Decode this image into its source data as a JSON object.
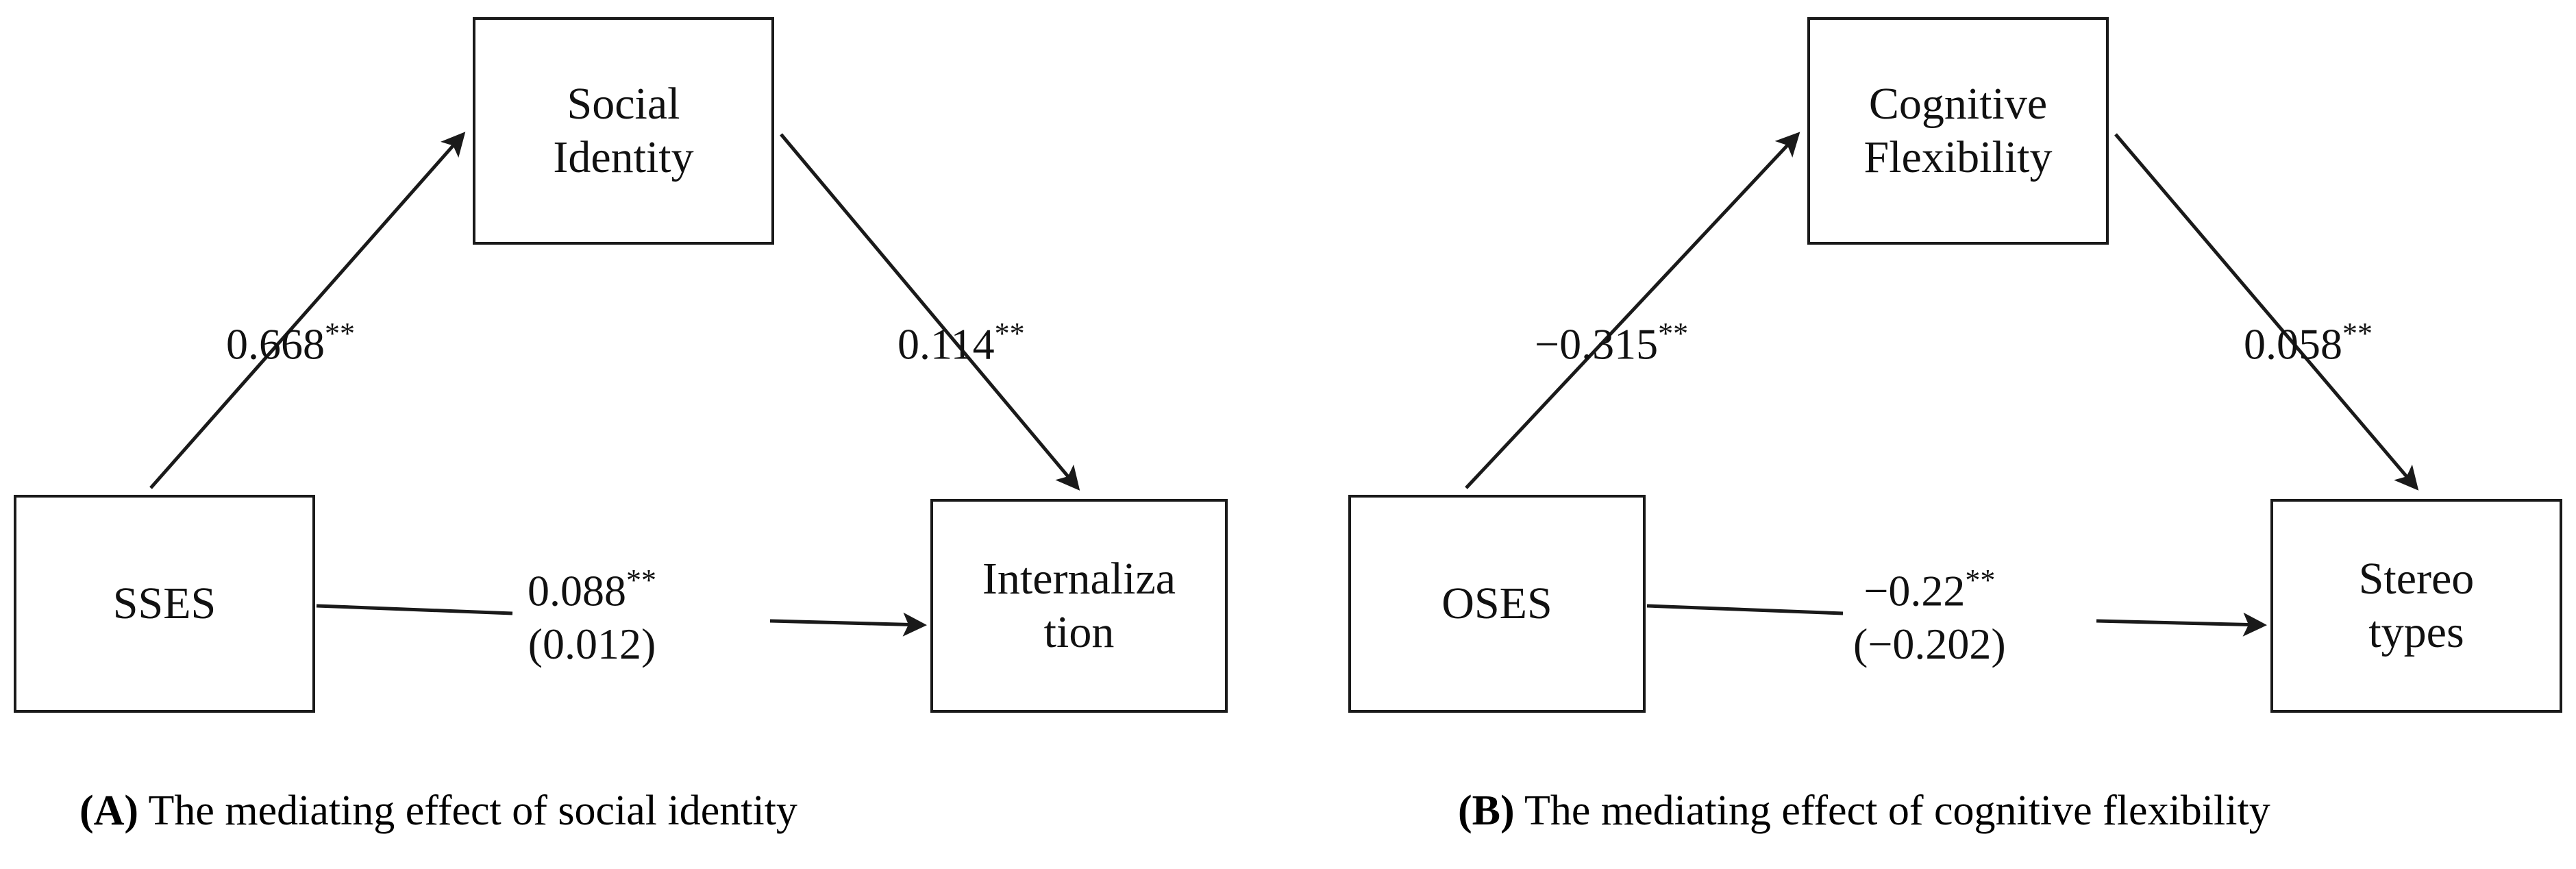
{
  "figure": {
    "type": "mediation-path-diagram",
    "background": "#ffffff",
    "line_color": "#1a1a1a",
    "panels": [
      {
        "id": "A",
        "caption_prefix": "(A)",
        "caption_text": " The mediating effect of social identity",
        "nodes": {
          "predictor": "SSES",
          "mediator": "Social\nIdentity",
          "outcome": "Internaliza\ntion"
        },
        "paths": {
          "a_path": {
            "value": "0.668",
            "stars": "**"
          },
          "b_path": {
            "value": "0.114",
            "stars": "**"
          },
          "direct_path": {
            "value": "0.088",
            "stars": "**",
            "parenthetical": "(0.012)"
          }
        }
      },
      {
        "id": "B",
        "caption_prefix": "(B)",
        "caption_text": " The mediating effect of cognitive flexibility",
        "nodes": {
          "predictor": "OSES",
          "mediator": "Cognitive\nFlexibility",
          "outcome": "Stereo\ntypes"
        },
        "paths": {
          "a_path": {
            "value": "−0.315",
            "stars": "**"
          },
          "b_path": {
            "value": "0.058",
            "stars": "**"
          },
          "direct_path": {
            "value": "−0.22",
            "stars": "**",
            "parenthetical": "(−0.202)"
          }
        }
      }
    ]
  },
  "chart_data": {
    "type": "diagram",
    "title": "",
    "diagrams": [
      {
        "label": "A",
        "caption": "(A) The mediating effect of social identity",
        "nodes": [
          "SSES",
          "Social Identity",
          "Internalization"
        ],
        "edges": [
          {
            "from": "SSES",
            "to": "Social Identity",
            "coefficient": 0.668,
            "significance": "**",
            "label": "0.668**"
          },
          {
            "from": "Social Identity",
            "to": "Internalization",
            "coefficient": 0.114,
            "significance": "**",
            "label": "0.114**"
          },
          {
            "from": "SSES",
            "to": "Internalization",
            "coefficient": 0.088,
            "significance": "**",
            "label": "0.088** (0.012)",
            "secondary_coefficient": 0.012
          }
        ]
      },
      {
        "label": "B",
        "caption": "(B) The mediating effect of cognitive flexibility",
        "nodes": [
          "OSES",
          "Cognitive Flexibility",
          "Stereotypes"
        ],
        "edges": [
          {
            "from": "OSES",
            "to": "Cognitive Flexibility",
            "coefficient": -0.315,
            "significance": "**",
            "label": "−0.315**"
          },
          {
            "from": "Cognitive Flexibility",
            "to": "Stereotypes",
            "coefficient": 0.058,
            "significance": "**",
            "label": "0.058**"
          },
          {
            "from": "OSES",
            "to": "Stereotypes",
            "coefficient": -0.22,
            "significance": "**",
            "label": "−0.22** (−0.202)",
            "secondary_coefficient": -0.202
          }
        ]
      }
    ]
  }
}
